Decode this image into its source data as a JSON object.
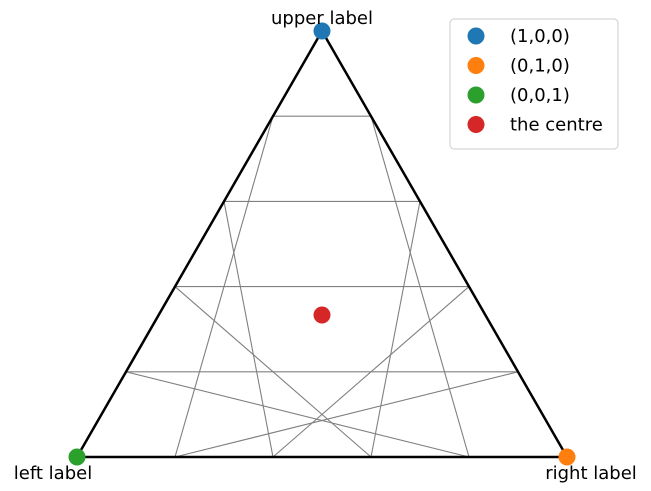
{
  "chart_data": {
    "type": "scatter",
    "subtype": "ternary",
    "title": "",
    "grid": true,
    "grid_divisions": 5,
    "corner_labels": {
      "top": "upper label",
      "left": "left label",
      "right": "right label"
    },
    "series": [
      {
        "name": "(1,0,0)",
        "color": "#1f77b4",
        "points": [
          [
            1,
            0,
            0
          ]
        ]
      },
      {
        "name": "(0,1,0)",
        "color": "#ff7f0e",
        "points": [
          [
            0,
            1,
            0
          ]
        ]
      },
      {
        "name": "(0,0,1)",
        "color": "#2ca02c",
        "points": [
          [
            0,
            0,
            1
          ]
        ]
      },
      {
        "name": "the centre",
        "color": "#d62728",
        "points": [
          [
            0.3333,
            0.3333,
            0.3333
          ]
        ]
      }
    ],
    "legend_placement": "top-right"
  }
}
